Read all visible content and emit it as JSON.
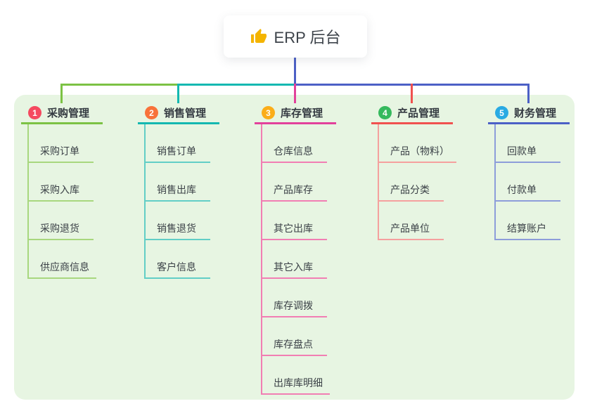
{
  "root": {
    "title": "ERP 后台",
    "icon": "thumbs-up-icon"
  },
  "canvas": {
    "background": "#ffffff",
    "panel_background": "#e7f5e2"
  },
  "connector": {
    "root_line_color": "#4c60c6"
  },
  "branches": [
    {
      "number": "1",
      "label": "采购管理",
      "badge_color": "#f5495f",
      "line_color": "#7cc244",
      "child_line_color": "#a8d77e",
      "children": [
        "采购订单",
        "采购入库",
        "采购退货",
        "供应商信息"
      ]
    },
    {
      "number": "2",
      "label": "销售管理",
      "badge_color": "#f8723a",
      "line_color": "#14b8b1",
      "child_line_color": "#62cec6",
      "children": [
        "销售订单",
        "销售出库",
        "销售退货",
        "客户信息"
      ]
    },
    {
      "number": "3",
      "label": "库存管理",
      "badge_color": "#fbad19",
      "line_color": "#e2419b",
      "child_line_color": "#f17eb3",
      "children": [
        "仓库信息",
        "产品库存",
        "其它出库",
        "其它入库",
        "库存调拨",
        "库存盘点",
        "出库库明细"
      ]
    },
    {
      "number": "4",
      "label": "产品管理",
      "badge_color": "#35b95d",
      "line_color": "#f0514f",
      "child_line_color": "#f5a09e",
      "children": [
        "产品（物料）",
        "产品分类",
        "产品单位"
      ]
    },
    {
      "number": "5",
      "label": "财务管理",
      "badge_color": "#29aae3",
      "line_color": "#4c60c6",
      "child_line_color": "#8d9dda",
      "children": [
        "回款单",
        "付款单",
        "结算账户"
      ]
    }
  ]
}
